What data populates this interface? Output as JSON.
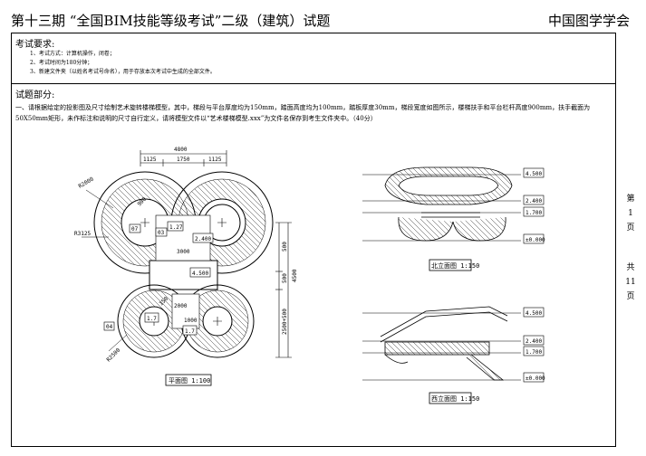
{
  "header": {
    "title": "第十三期 “全国BIM技能等级考试”二级（建筑）试题",
    "org": "中国图学学会"
  },
  "requirements": {
    "title": "考试要求:",
    "items": [
      "1、考试方式：计算机操作，闭卷；",
      "2、考试时间为180分钟；",
      "3、新建文件夹（以姓名考试号命名），用于存放本次考试中生成的全部文件。"
    ]
  },
  "questions": {
    "title": "试题部分:",
    "q1": "一、请根据给定的投影图及尺寸绘制艺术旋转楼梯模型，其中，梯段与平台厚度均为150mm，踏面高度均为100mm，踏板厚度30mm，梯段宽度如图所示，楼梯扶手和平台栏杆高度900mm，扶手截面为50X50mm矩形，未作标注和说明的尺寸自行定义，请将模型文件以“艺术楼梯模型.xxx”为文件名保存到考生文件夹中。（40分）"
  },
  "page_info": {
    "line1": "第",
    "line2": "1",
    "line3": "页",
    "line4": "共",
    "line5": "11",
    "line6": "页"
  },
  "plan": {
    "dim_total": "4800",
    "dim_a": "1125",
    "dim_b": "1750",
    "dim_c": "1125",
    "r_outer": "R2000",
    "r_inner": "R3125",
    "r_lower": "R2500",
    "dim_3000": "3000",
    "dim_500": "500",
    "dim_500b": "500",
    "dim_4500": "4500",
    "dim_2500": "2500+500",
    "dim_900": "900",
    "dim_2000": "2000",
    "dim_1000": "1000",
    "dim_150": "150",
    "elev_2400": "2.400",
    "elev_4500": "4.500",
    "box_127": "1.27",
    "box_17": "1.7",
    "box_17b": "1.7",
    "box_07": "07",
    "box_04": "04",
    "box_03": "03",
    "caption": "平面图 1:100"
  },
  "elev_front": {
    "e1": "4.500",
    "e2": "2.400",
    "e3": "1.700",
    "e4": "±0.000",
    "caption": "北立面图 1:150"
  },
  "elev_side": {
    "e1": "4.500",
    "e2": "2.400",
    "e3": "1.700",
    "e4": "±0.000",
    "caption": "西立面图 1:150"
  }
}
